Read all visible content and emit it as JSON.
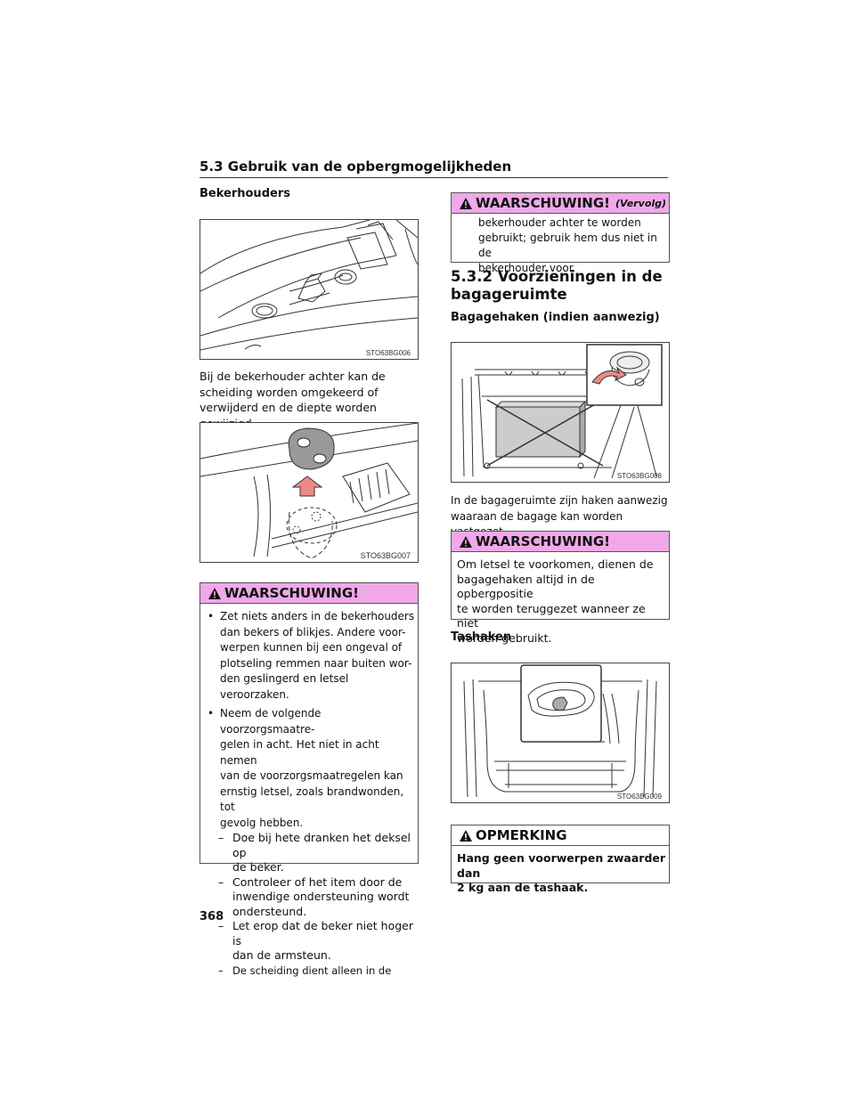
{
  "header": {
    "section_title": "5.3 Gebruik van de opbergmogelijkheden"
  },
  "left": {
    "cupholders_heading": "Bekerhouders",
    "fig1_code": "STO63BG006",
    "cup_paragraph": "Bij de bekerhouder achter kan de scheiding worden omgekeerd of verwijderd en de diepte worden gewijzigd.",
    "fig2_code": "STO63BG007",
    "warning": {
      "title": "WAARSCHUWING!",
      "bullet1_lines": [
        "Zet niets anders in de bekerhouders",
        "dan bekers of blikjes. Andere voor-",
        "werpen kunnen bij een ongeval of",
        "plotseling remmen naar buiten wor-",
        "den geslingerd en letsel veroorzaken."
      ],
      "bullet2_lines": [
        "Neem de volgende voorzorgsmaatre-",
        "gelen in acht. Het niet in acht nemen",
        "van de voorzorgsmaatregelen kan",
        "ernstig letsel, zoals brandwonden, tot",
        "gevolg hebben."
      ],
      "dash1_lines": [
        "Doe bij hete dranken het deksel op",
        "de beker."
      ],
      "dash2_lines": [
        "Controleer of het item door de",
        "inwendige ondersteuning wordt",
        "ondersteund."
      ],
      "dash3_lines": [
        "Let erop dat de beker niet hoger is",
        "dan de armsteun."
      ],
      "dash4_lines": [
        "De scheiding dient alleen in de"
      ]
    }
  },
  "right": {
    "warning_cont": {
      "title": "WAARSCHUWING!",
      "continued": "(Vervolg)",
      "lines": [
        "bekerhouder achter te worden",
        "gebruikt; gebruik hem dus niet in de",
        "bekerhouder voor."
      ]
    },
    "subsection_lines": [
      "5.3.2 Voorzieningen in de",
      "bagageruimte"
    ],
    "hooks_heading": "Bagagehaken (indien aanwezig)",
    "fig3_code": "STO63BG008",
    "hooks_paragraph_lines": [
      "In de bagageruimte zijn haken aanwezig",
      "waaraan de bagage kan worden vastgezet."
    ],
    "warning2": {
      "title": "WAARSCHUWING!",
      "lines": [
        "Om letsel te voorkomen, dienen de",
        "bagagehaken altijd in de opbergpositie",
        "te worden teruggezet wanneer ze niet",
        "worden gebruikt."
      ]
    },
    "bag_hooks_heading": "Tashaken",
    "fig4_code": "STO63BG009",
    "note": {
      "title": "OPMERKING",
      "lines": [
        "Hang geen voorwerpen zwaarder dan",
        "2 kg aan de tashaak."
      ]
    }
  },
  "footer": {
    "page_number": "368"
  },
  "colors": {
    "warning_header": "#f0a8e8"
  }
}
